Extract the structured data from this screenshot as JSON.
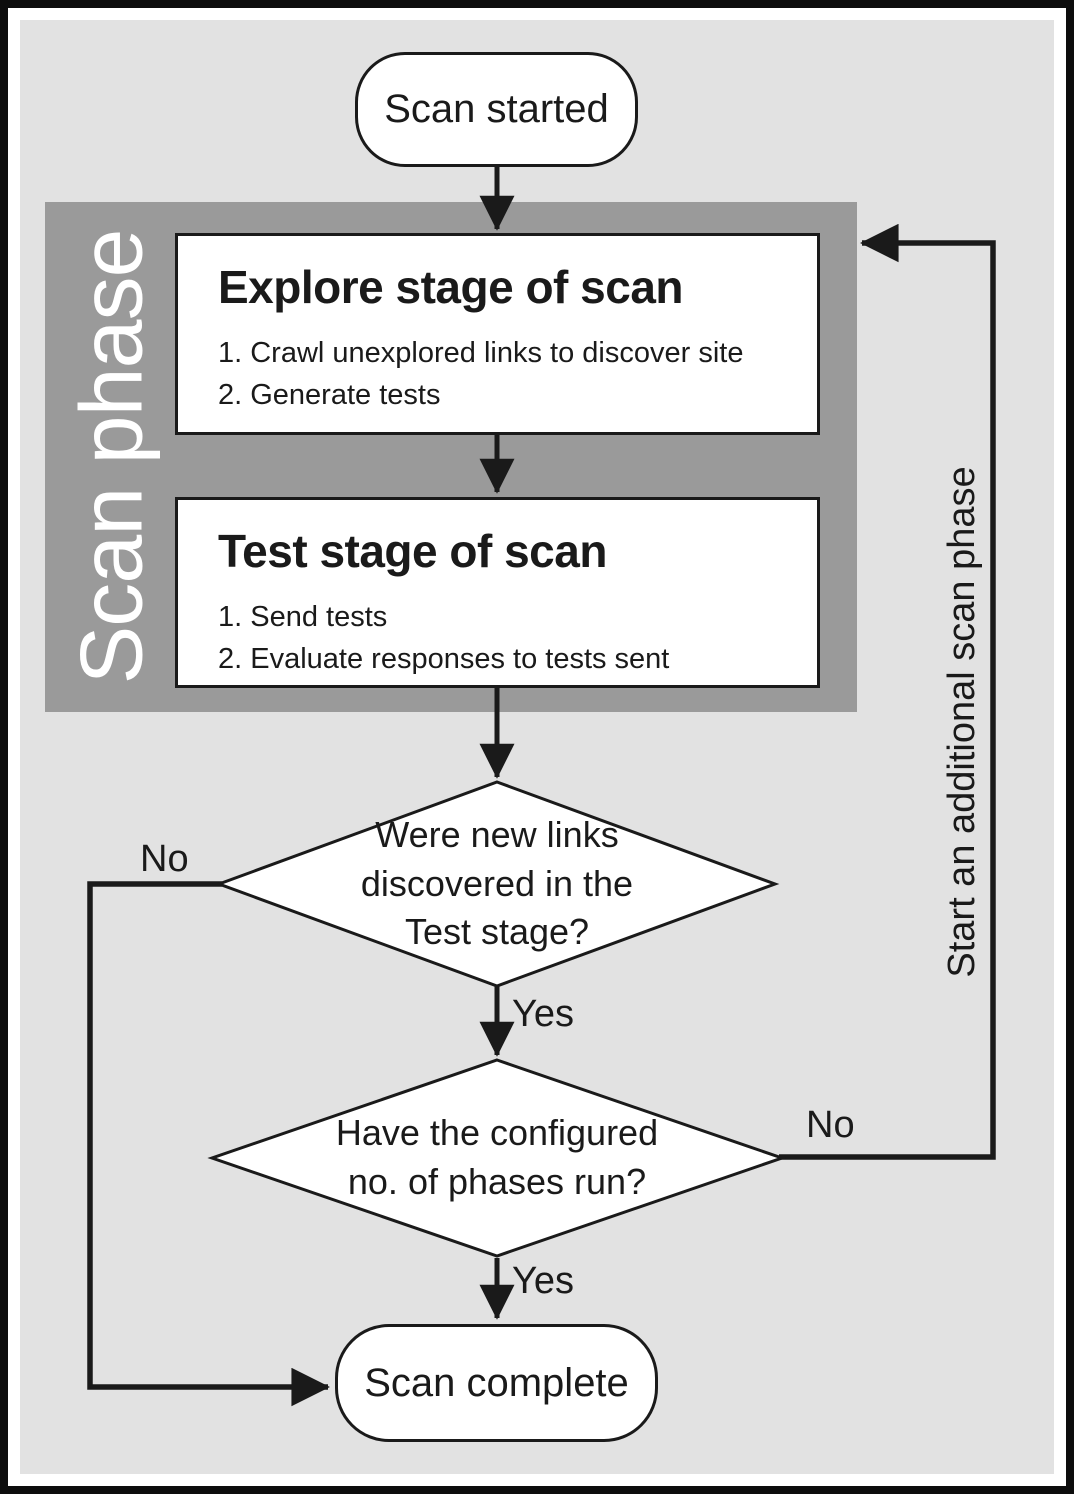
{
  "diagram": {
    "groups": {
      "scan_phase": {
        "label": "Scan phase"
      }
    },
    "nodes": {
      "start": {
        "label": "Scan started"
      },
      "explore": {
        "title": "Explore stage of scan",
        "items": [
          "1. Crawl unexplored links to discover site",
          "2. Generate tests"
        ]
      },
      "test": {
        "title": "Test stage of scan",
        "items": [
          "1. Send tests",
          "2. Evaluate responses to tests sent"
        ]
      },
      "decision_new_links": {
        "lines": [
          "Were new links",
          "discovered in the",
          "Test stage?"
        ]
      },
      "decision_phases": {
        "lines": [
          "Have the configured",
          "no. of phases run?"
        ]
      },
      "complete": {
        "label": "Scan complete"
      }
    },
    "edges": {
      "yes1": "Yes",
      "yes2": "Yes",
      "no_left": "No",
      "no_right": "No",
      "loop_label": "Start an additional scan phase"
    },
    "colors": {
      "panel": "#e2e2e2",
      "band": "#9a9a9a",
      "ink": "#1a1a1a",
      "node_fill": "#ffffff"
    }
  }
}
